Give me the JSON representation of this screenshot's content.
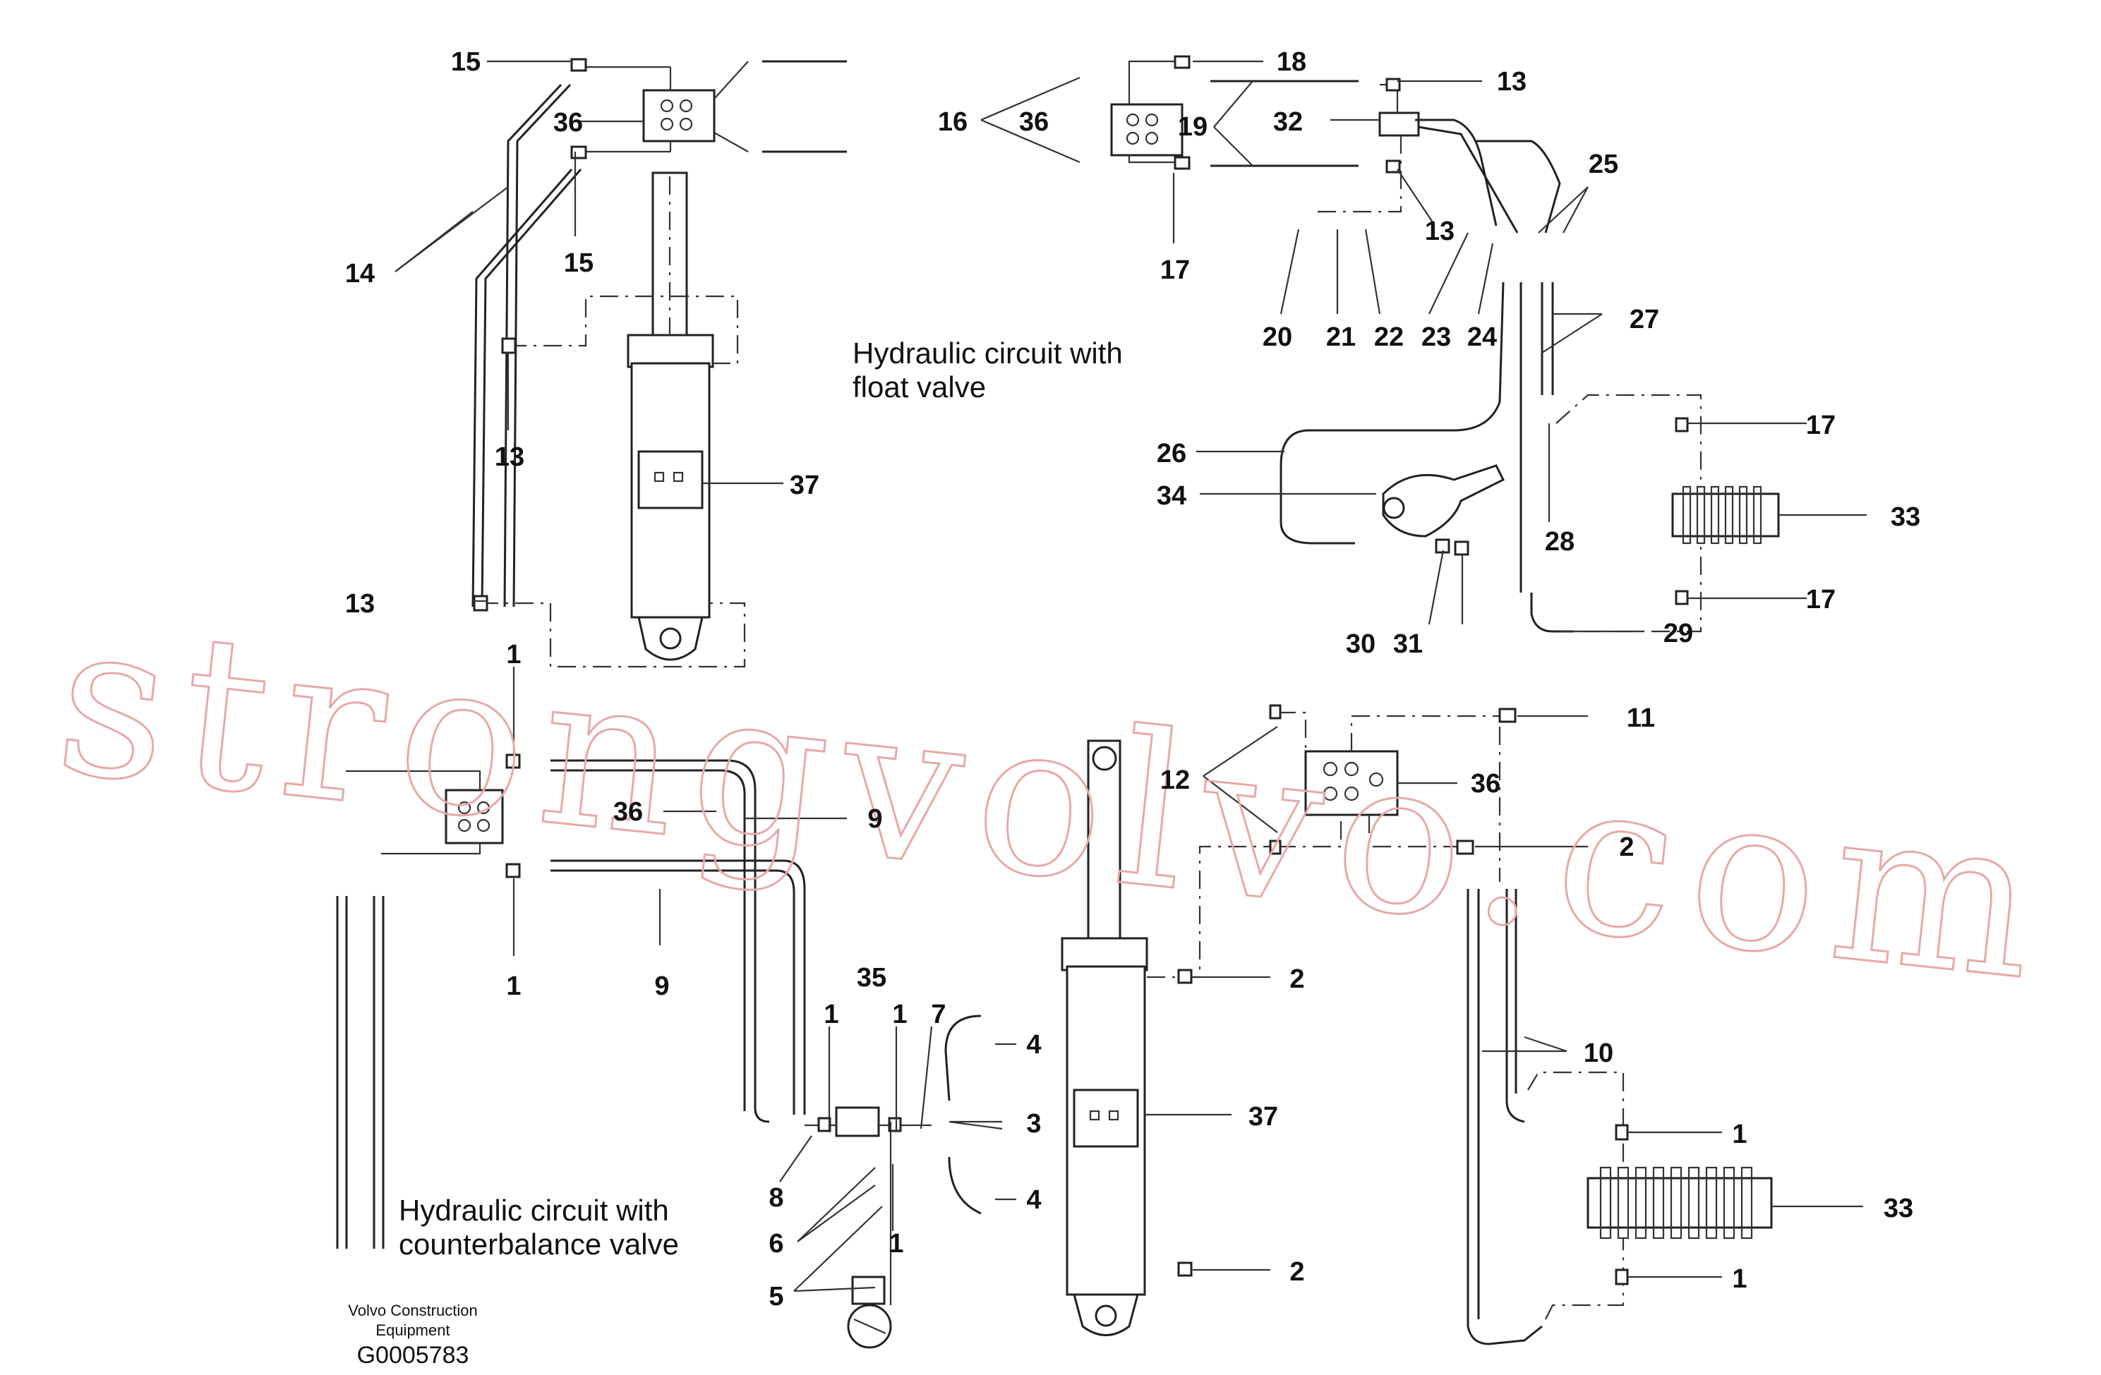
{
  "captions": {
    "float": [
      "Hydraulic circuit with",
      "float valve"
    ],
    "counter": [
      "Hydraulic circuit with",
      "counterbalance valve"
    ]
  },
  "footer": {
    "company": [
      "Volvo Construction",
      "Equipment"
    ],
    "code": "G0005783"
  },
  "watermark": "strongvolvo.com",
  "labels": {
    "l15a": "15",
    "l36a": "36",
    "l14": "14",
    "l15b": "15",
    "l13a": "13",
    "l37a": "37",
    "l13b": "13",
    "l16": "16",
    "l36b": "36",
    "l18": "18",
    "l19": "19",
    "l32": "32",
    "l13c": "13",
    "l13d": "13",
    "l17a": "17",
    "l25": "25",
    "l20": "20",
    "l21": "21",
    "l22": "22",
    "l23": "23",
    "l24": "24",
    "l27": "27",
    "l26": "26",
    "l34": "34",
    "l17b": "17",
    "l33a": "33",
    "l28": "28",
    "l17c": "17",
    "l29": "29",
    "l30": "30",
    "l31": "31",
    "l1a": "1",
    "l36c": "36",
    "l9a": "9",
    "l1b": "1",
    "l9b": "9",
    "l11": "11",
    "l12": "12",
    "l36d": "36",
    "l2a": "2",
    "l35": "35",
    "l1c": "1",
    "l1d": "1",
    "l7": "7",
    "l4a": "4",
    "l2b": "2",
    "l37b": "37",
    "l3": "3",
    "l10": "10",
    "l1e": "1",
    "l8": "8",
    "l4b": "4",
    "l6": "6",
    "l1f": "1",
    "l33b": "33",
    "l5": "5",
    "l2c": "2",
    "l1g": "1"
  }
}
